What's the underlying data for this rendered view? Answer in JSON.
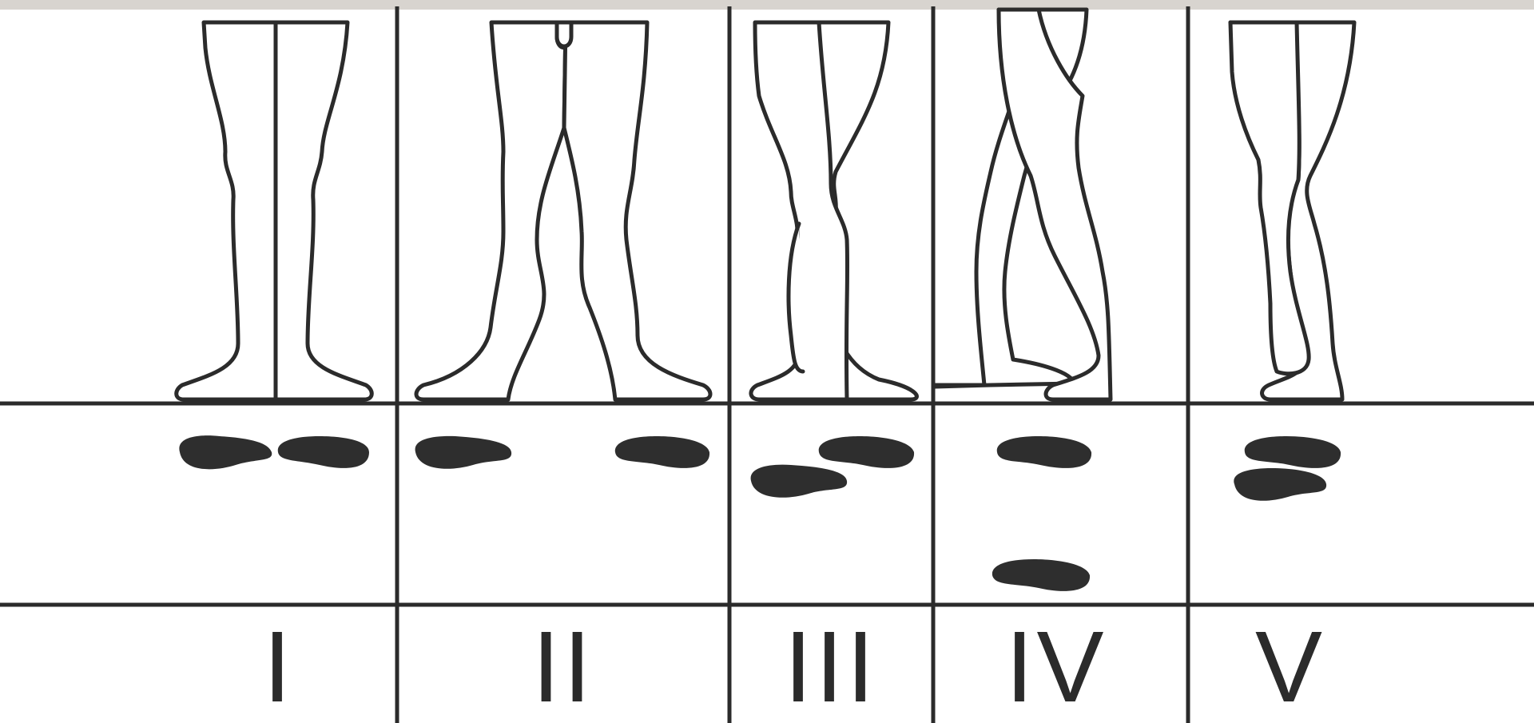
{
  "title_strip": "",
  "positions": [
    {
      "key": "first",
      "label": "I"
    },
    {
      "key": "second",
      "label": "II"
    },
    {
      "key": "third",
      "label": "III"
    },
    {
      "key": "fourth",
      "label": "IV"
    },
    {
      "key": "fifth",
      "label": "V"
    }
  ],
  "colors": {
    "ink": "#2b2b2b",
    "foot": "#2e2e2e",
    "background": "#ffffff",
    "top_strip": "#d8d4cf"
  }
}
